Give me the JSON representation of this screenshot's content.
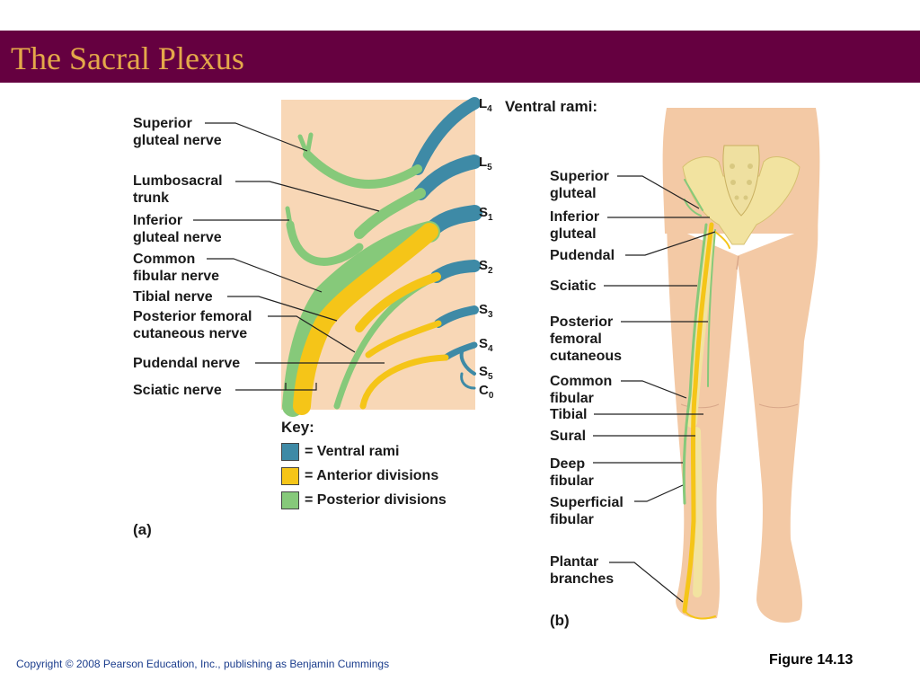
{
  "slide": {
    "title": "The Sacral Plexus",
    "copyright": "Copyright © 2008 Pearson Education, Inc., publishing as Benjamin Cummings",
    "figure": "Figure 14.13"
  },
  "panel_a": {
    "label": "(a)",
    "nerve_labels": {
      "superior_gluteal": [
        "Superior",
        "gluteal nerve"
      ],
      "lumbosacral_trunk": [
        "Lumbosacral",
        "trunk"
      ],
      "inferior_gluteal": [
        "Inferior",
        "gluteal nerve"
      ],
      "common_fibular": [
        "Common",
        "fibular nerve"
      ],
      "tibial": "Tibial nerve",
      "posterior_femoral": [
        "Posterior femoral",
        "cutaneous nerve"
      ],
      "pudendal": "Pudendal nerve",
      "sciatic": "Sciatic nerve"
    },
    "roots": [
      {
        "letter": "L",
        "num": "4"
      },
      {
        "letter": "L",
        "num": "5"
      },
      {
        "letter": "S",
        "num": "1"
      },
      {
        "letter": "S",
        "num": "2"
      },
      {
        "letter": "S",
        "num": "3"
      },
      {
        "letter": "S",
        "num": "4"
      },
      {
        "letter": "S",
        "num": "5"
      },
      {
        "letter": "C",
        "num": "0"
      }
    ],
    "key": {
      "title": "Key:",
      "items": [
        {
          "label": "= Ventral rami",
          "color": "#3e8aa6"
        },
        {
          "label": "= Anterior divisions",
          "color": "#f5c518"
        },
        {
          "label": "= Posterior divisions",
          "color": "#86c97a"
        }
      ]
    }
  },
  "panel_b": {
    "label": "(b)",
    "heading": "Ventral rami:",
    "labels": {
      "superior_gluteal": [
        "Superior",
        "gluteal"
      ],
      "inferior_gluteal": [
        "Inferior",
        "gluteal"
      ],
      "pudendal": "Pudendal",
      "sciatic": "Sciatic",
      "posterior_femoral": [
        "Posterior",
        "femoral",
        "cutaneous"
      ],
      "common_fibular": [
        "Common",
        "fibular"
      ],
      "tibial": "Tibial",
      "sural": "Sural",
      "deep_fibular": [
        "Deep",
        "fibular"
      ],
      "superficial_fibular": [
        "Superficial",
        "fibular"
      ],
      "plantar": [
        "Plantar",
        "branches"
      ]
    }
  },
  "colors": {
    "title_bar": "#650040",
    "title_text": "#e4a84a",
    "panel_bg": "#f8d7b6",
    "skin": "#f3c9a5",
    "bone": "#f2e3a0"
  }
}
